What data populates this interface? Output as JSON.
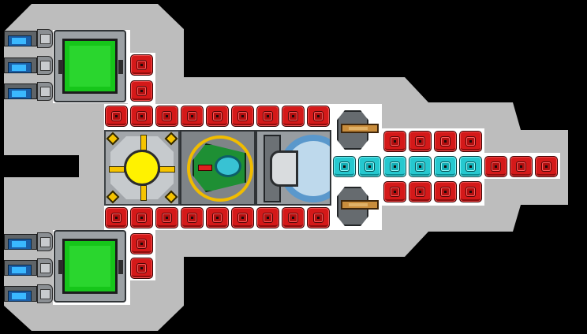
{
  "scene": {
    "background_color": "#000000",
    "hull_color": "#bdbdbd",
    "interior_color": "#ffffff",
    "alert_tile_color": "#d41919",
    "energy_tile_color": "#26c8cf",
    "green_panel_color": "#16c61a",
    "core_color": "#fff200",
    "accent_gold": "#f1bc00"
  },
  "systems": {
    "top_engine": {
      "icon": "engine-panel-icon",
      "status": "online"
    },
    "bottom_engine": {
      "icon": "engine-panel-icon",
      "status": "online"
    },
    "reactor": {
      "icon": "reactor-core-icon",
      "status": "online"
    },
    "cockpit": {
      "icon": "pilot-console-icon",
      "status": "online"
    },
    "medbay": {
      "icon": "medbay-dome-icon",
      "status": "online"
    },
    "upper_weapon": {
      "icon": "weapon-icon",
      "status": "armed"
    },
    "lower_weapon": {
      "icon": "weapon-icon",
      "status": "armed"
    }
  }
}
